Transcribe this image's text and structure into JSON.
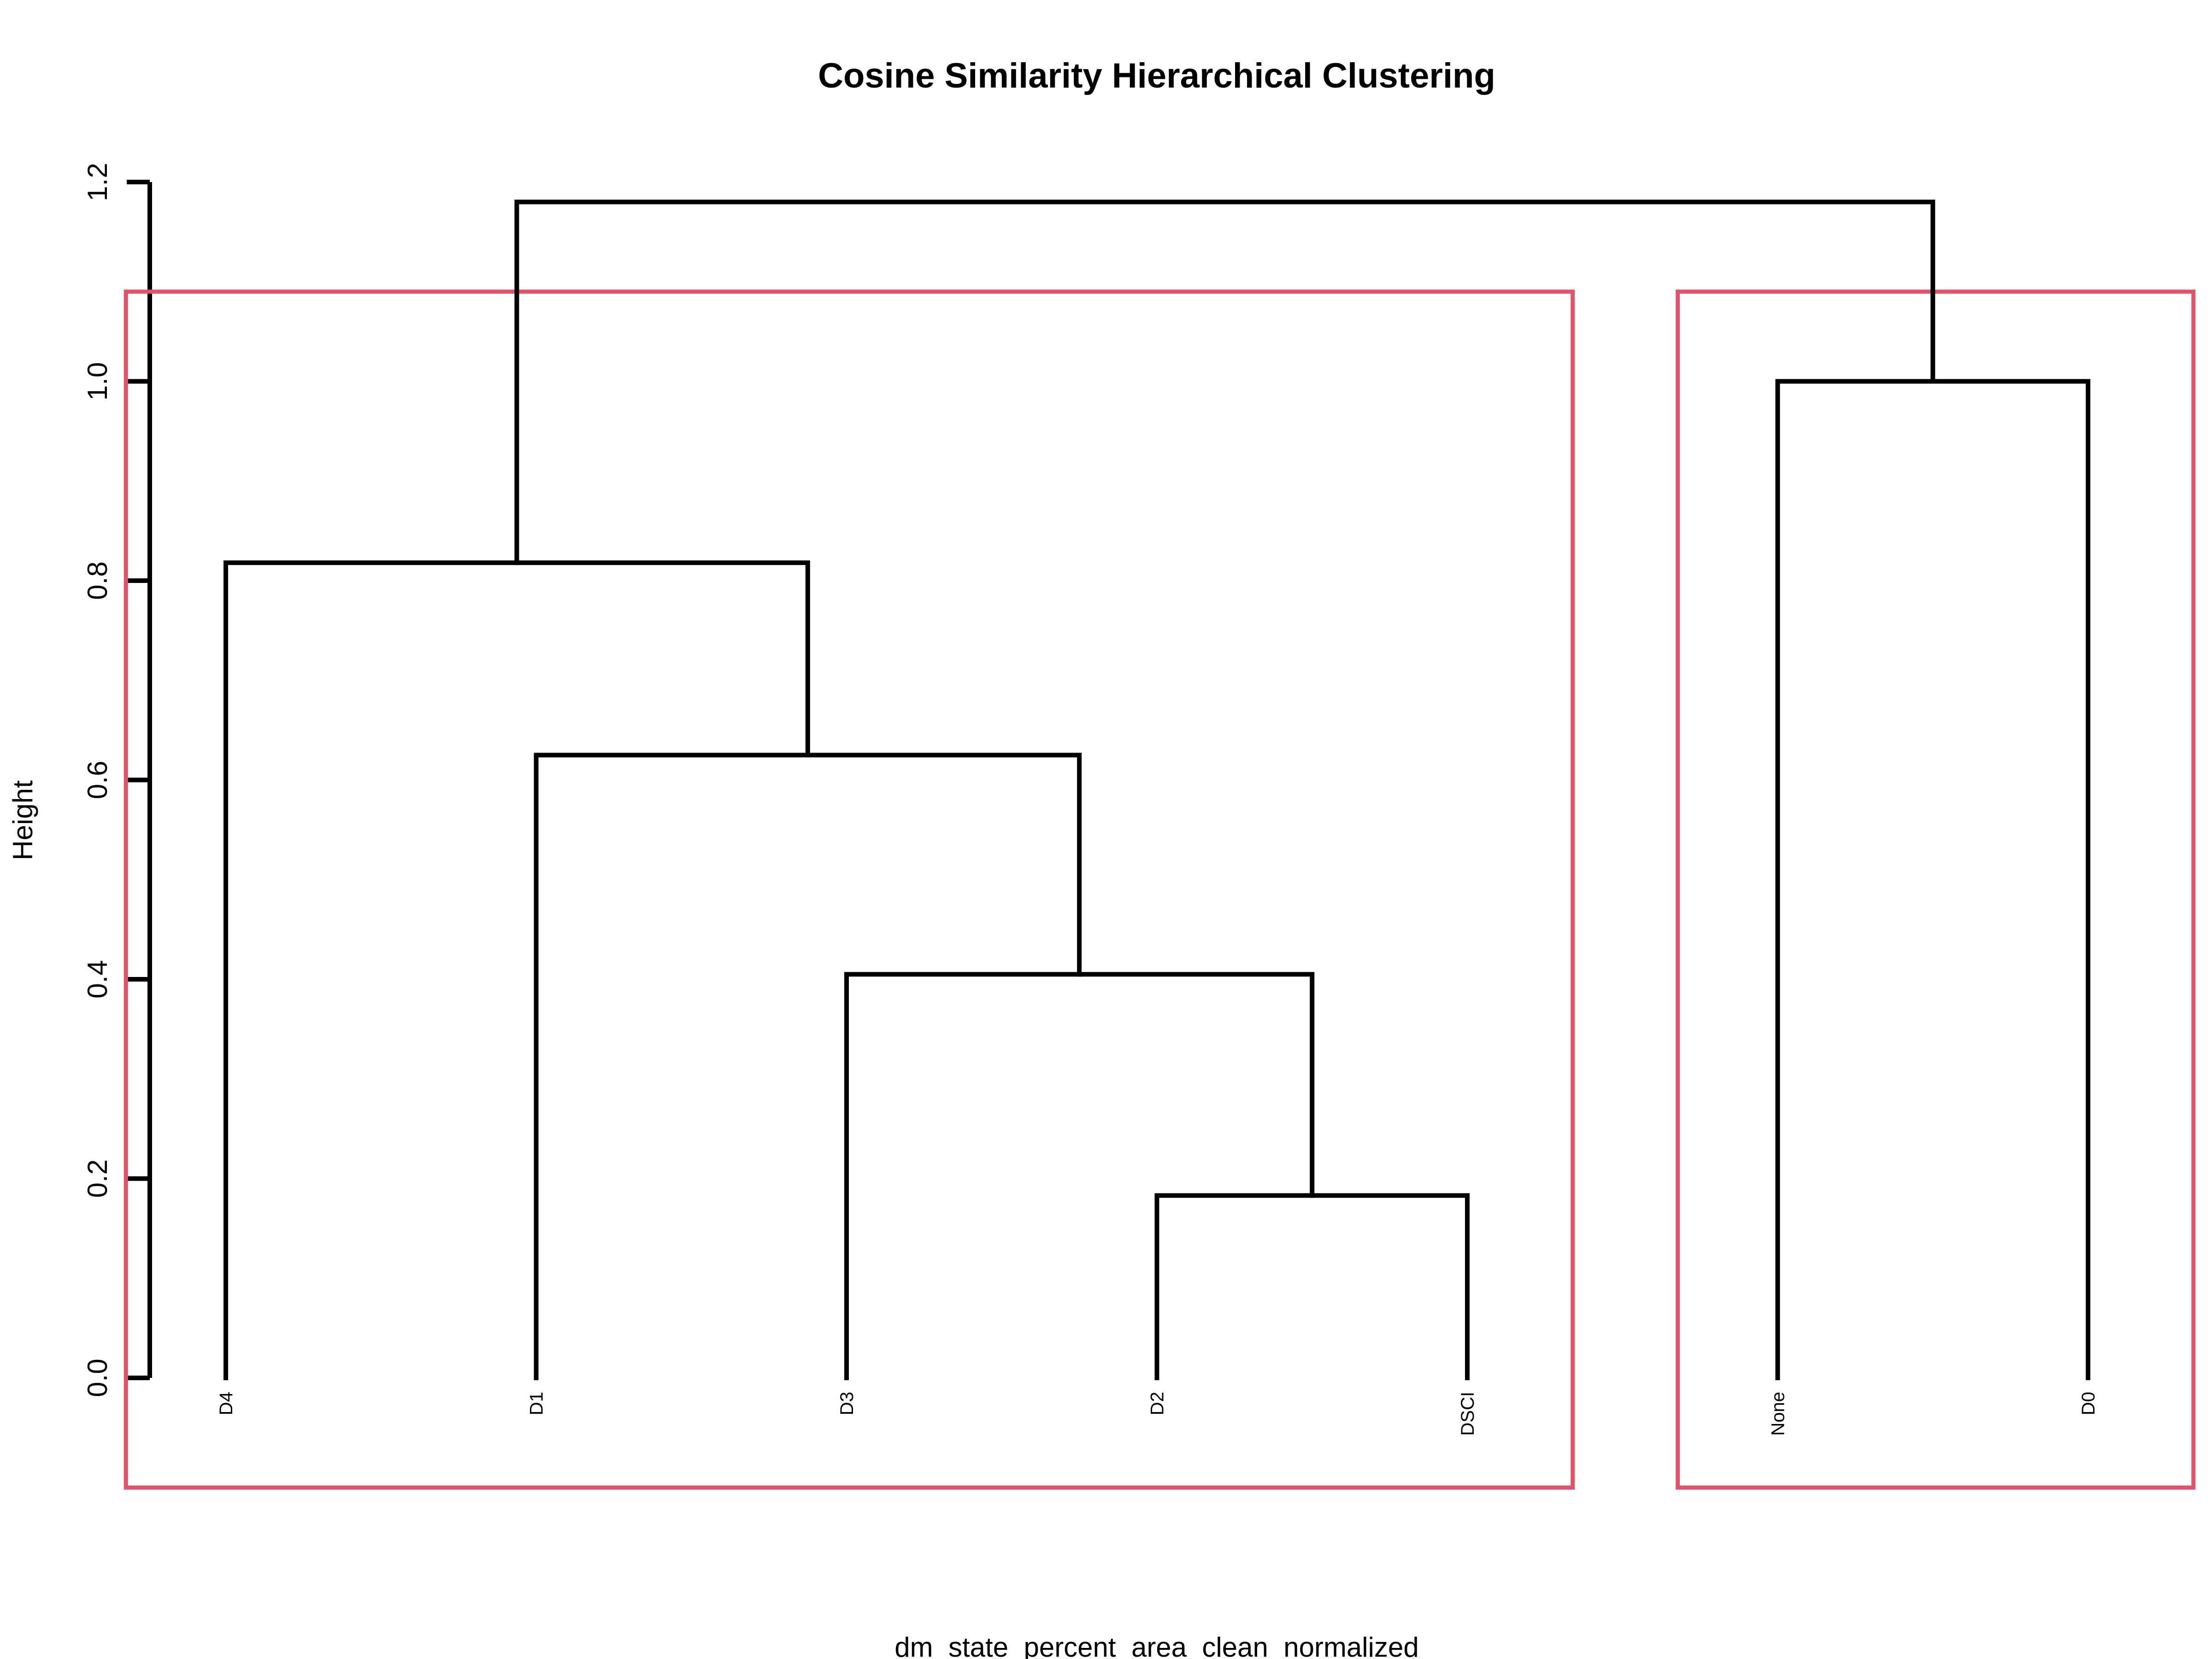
{
  "chart_data": {
    "type": "dendrogram",
    "title": "Cosine Similarity Hierarchical Clustering",
    "xlabel": "dm_state_percent_area_clean_normalized",
    "ylabel": "Height",
    "ylim": [
      0,
      1.2
    ],
    "yticks": [
      "0.0",
      "0.2",
      "0.4",
      "0.6",
      "0.8",
      "1.0",
      "1.2"
    ],
    "leaves": [
      "D4",
      "D1",
      "D3",
      "D2",
      "DSCI",
      "None",
      "D0"
    ],
    "merges": [
      {
        "id": "m1",
        "left": "D2",
        "right": "DSCI",
        "height": 0.183
      },
      {
        "id": "m2",
        "left": "D3",
        "right": "m1",
        "height": 0.405
      },
      {
        "id": "m3",
        "left": "D1",
        "right": "m2",
        "height": 0.625
      },
      {
        "id": "m4",
        "left": "D4",
        "right": "m3",
        "height": 0.818
      },
      {
        "id": "m5",
        "left": "None",
        "right": "D0",
        "height": 1.0
      },
      {
        "id": "m6",
        "left": "m4",
        "right": "m5",
        "height": 1.18
      }
    ],
    "clusters": [
      {
        "members": [
          "D4",
          "D1",
          "D3",
          "D2",
          "DSCI"
        ],
        "color": "#DF536B"
      },
      {
        "members": [
          "None",
          "D0"
        ],
        "color": "#DF536B"
      }
    ],
    "cut_height": 1.09,
    "line_color": "#000000"
  }
}
